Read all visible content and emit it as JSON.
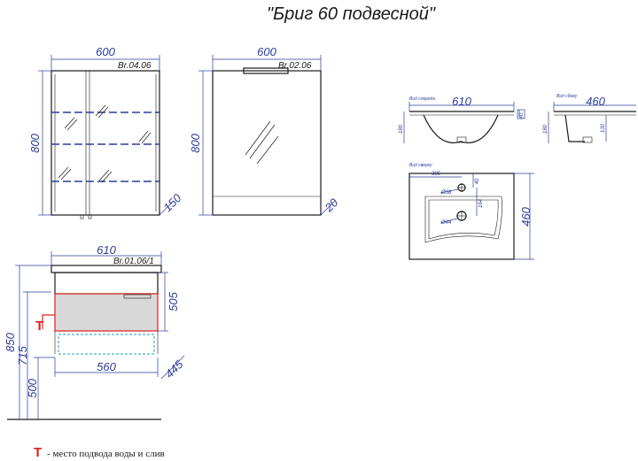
{
  "title": "\"Бриг 60 подвесной\"",
  "cabinet": {
    "width": "600",
    "height": "800",
    "depth": "150",
    "code": "Br.04.06"
  },
  "mirror": {
    "width": "600",
    "height": "800",
    "depth": "20",
    "code": "Br.02.06"
  },
  "vanity": {
    "width": "610",
    "code": "Br.01.06/1",
    "drawer_height": "505",
    "total_height": "850",
    "mid_height": "715",
    "mount_height": "500",
    "inner_width": "560",
    "depth": "445"
  },
  "sink_front": {
    "label": "Вид спереди",
    "width": "610",
    "height": "180",
    "rim": "40"
  },
  "sink_side": {
    "label": "Вид сбоку",
    "width": "460",
    "height": "180",
    "depth": "130"
  },
  "sink_top": {
    "label": "Вид сверху",
    "offset": "305",
    "hole_top": "Ø38",
    "hole_bottom": "Ø44",
    "hole_dist": "40",
    "drain_dist": "164",
    "depth": "460"
  },
  "legend": {
    "marker": "Т",
    "text": "- место подвода воды и слив"
  },
  "colors": {
    "outline": "#1a1a1a",
    "dimension": "#2a3c9a",
    "marker": "#e0201c",
    "hatch": "#d8d8d8"
  }
}
